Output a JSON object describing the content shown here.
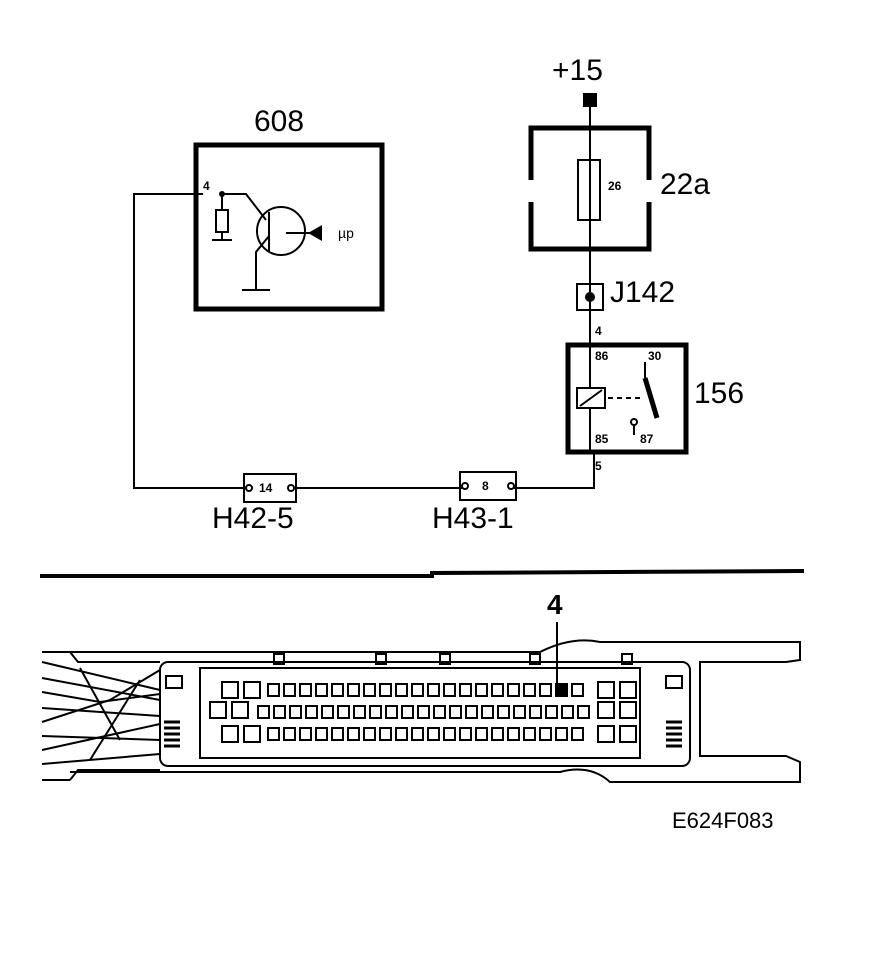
{
  "schematic": {
    "supply": {
      "label": "+15"
    },
    "ecu": {
      "label": "608",
      "pin": "4",
      "input_label": "µp"
    },
    "fuse_box": {
      "label": "22a",
      "fuse": "26"
    },
    "junction": {
      "label": "J142",
      "out_pin": "4"
    },
    "relay": {
      "label": "156",
      "pin_86": "86",
      "pin_30": "30",
      "pin_85": "85",
      "pin_87": "87",
      "out_pin": "5"
    },
    "connector_h42": {
      "label": "H42-5",
      "pin": "14"
    },
    "connector_h43": {
      "label": "H43-1",
      "pin": "8"
    }
  },
  "connector": {
    "pin_callout": "4"
  },
  "figure_code": "E624F083",
  "colors": {
    "ink": "#000000",
    "paper": "#ffffff"
  }
}
